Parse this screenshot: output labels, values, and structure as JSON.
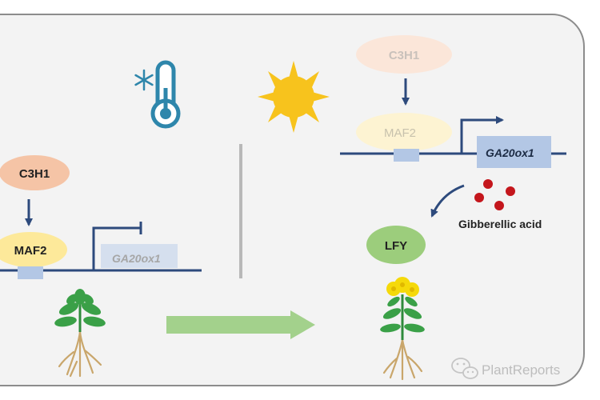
{
  "left_panel": {
    "protein_c3h1": "C3H1",
    "protein_maf2": "MAF2",
    "gene_label": "GA20ox1"
  },
  "right_panel": {
    "protein_c3h1": "C3H1",
    "protein_maf2": "MAF2",
    "gene_label": "GA20ox1",
    "hormone_label": "Gibberellic acid",
    "protein_lfy": "LFY"
  },
  "watermark": "PlantReports",
  "icons": {
    "cold": "thermometer-snowflake-icon",
    "sun": "sun-icon",
    "transition": "arrow-right-icon",
    "vegetative_plant": "plant-icon",
    "flowering_plant": "flowering-plant-icon",
    "watermark_logo": "wechat-icon"
  },
  "colors": {
    "panel_bg": "#f3f3f3",
    "panel_border": "#8c8c8c",
    "c3h1": "#f5c4a6",
    "c3h1_faded": "#fbe6d9",
    "maf2": "#fde99a",
    "maf2_faded": "#fdf3d2",
    "lfy": "#9ccd7c",
    "gene_box": "#b3c7e5",
    "gene_box_faded": "#d5dfee",
    "dna_line": "#2d4a7c",
    "arrow_green": "#a3d18c",
    "ga_dot": "#c4161c",
    "sun": "#f7c31d",
    "thermo": "#2e86ab"
  }
}
